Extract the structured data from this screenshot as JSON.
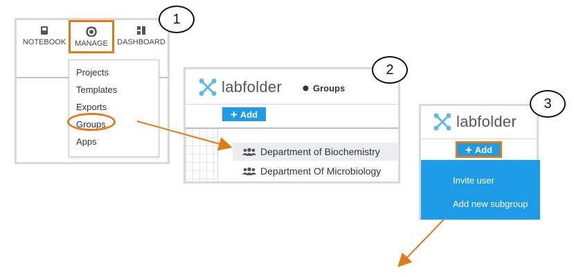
{
  "panel1": {
    "tabs": [
      {
        "label": "NOTEBOOK",
        "icon": "notebook-icon"
      },
      {
        "label": "MANAGE",
        "icon": "manage-icon"
      },
      {
        "label": "DASHBOARD",
        "icon": "dashboard-icon"
      }
    ],
    "menu": [
      "Projects",
      "Templates",
      "Exports",
      "Groups",
      "Apps"
    ]
  },
  "panel2": {
    "logo": "labfolder",
    "title": "Groups",
    "add_label": "Add",
    "rows": [
      "Department of Biochemistry",
      "Department Of Microbiology"
    ]
  },
  "panel3": {
    "logo": "labfolder",
    "add_label": "Add",
    "dropdown": [
      "Invite user",
      "Add new subgroup"
    ]
  },
  "steps": [
    "1",
    "2",
    "3"
  ],
  "colors": {
    "accent": "#e07b16",
    "primary": "#1e9be6"
  }
}
